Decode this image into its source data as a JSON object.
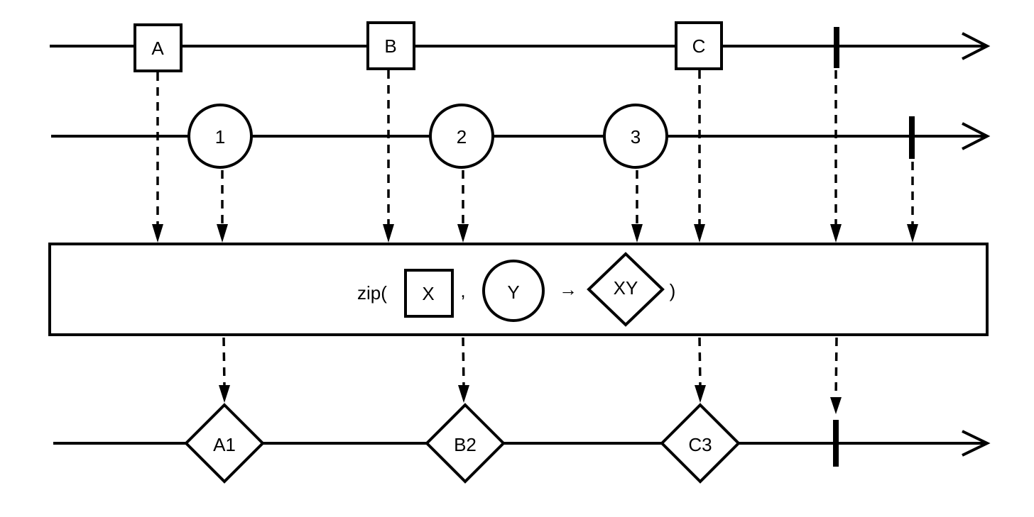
{
  "source_a": {
    "items": [
      "A",
      "B",
      "C"
    ]
  },
  "source_b": {
    "items": [
      "1",
      "2",
      "3"
    ]
  },
  "operator": {
    "prefix": "zip(",
    "x_label": "X",
    "comma": ",",
    "y_label": "Y",
    "arrow": "→",
    "result_label": "XY",
    "suffix": ")"
  },
  "output": {
    "items": [
      "A1",
      "B2",
      "C3"
    ]
  }
}
